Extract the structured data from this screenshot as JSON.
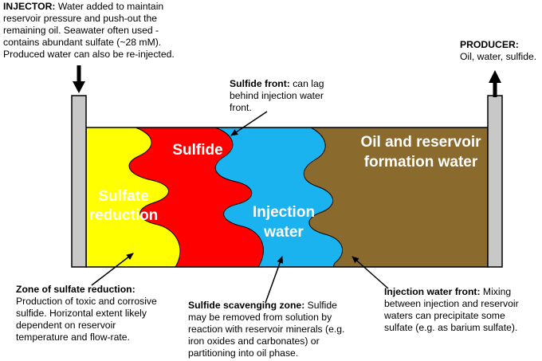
{
  "colors": {
    "sulfate_reduction": "#ffff00",
    "sulfide": "#ff0000",
    "injection_water": "#1ab2ef",
    "oil_reservoir": "#8b6a2e",
    "well": "#c8c8c8"
  },
  "zones": {
    "sulfate_line1": "Sulfate",
    "sulfate_line2": "reduction",
    "sulfide": "Sulfide",
    "injection_line1": "Injection",
    "injection_line2": "water",
    "oil_line1": "Oil and reservoir",
    "oil_line2": "formation water"
  },
  "notes": {
    "injector": {
      "title": "INJECTOR:",
      "text_1": " Water added to maintain",
      "line_2": "reservoir pressure and push-out the",
      "line_3": "remaining oil. Seawater often used -",
      "line_4": "contains abundant sulfate (~28 mM).",
      "line_5": "Produced water can also be re-injected."
    },
    "producer": {
      "title": "PRODUCER:",
      "line_2": "Oil, water, sulfide."
    },
    "sulfide_front": {
      "title": "Sulfide front:",
      "text_1": " can lag",
      "line_2": "behind injection water",
      "line_3": "front."
    },
    "sulfate_zone": {
      "title": "Zone of sulfate reduction:",
      "line_2": "Production of toxic and corrosive",
      "line_3": "sulfide. Horizontal extent likely",
      "line_4": "dependent on reservoir",
      "line_5": "temperature and flow-rate."
    },
    "scavenging": {
      "title": "Sulfide scavenging zone:",
      "text_1": " Sulfide",
      "line_2": "may be removed from solution by",
      "line_3": "reaction with reservoir minerals (e.g.",
      "line_4": "iron oxides and carbonates) or",
      "line_5": "partitioning into oil phase."
    },
    "injection_front": {
      "title": "Injection water front:",
      "text_1": " Mixing",
      "line_2": "between injection and reservoir",
      "line_3": "waters can precipitate some",
      "line_4": "sulfate (e.g. as barium sulfate)."
    }
  }
}
